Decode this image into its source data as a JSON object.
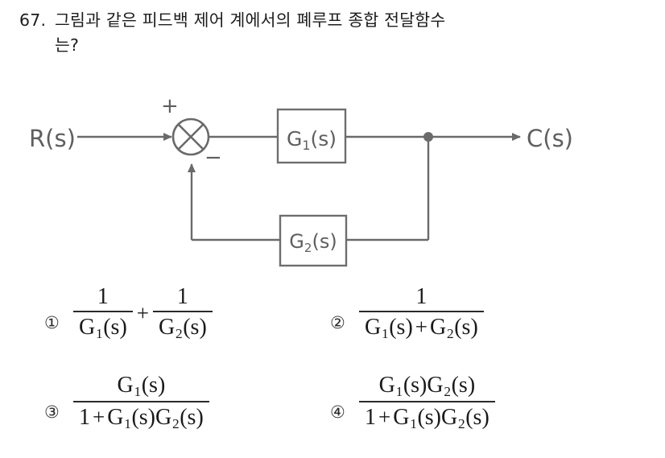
{
  "question": {
    "number": "67.",
    "line1": "그림과 같은 피드백 제어 계에서의 폐루프 종합 전달함수",
    "line2": "는?"
  },
  "diagram": {
    "type": "feedback-control-block-diagram",
    "input_label": "R(s)",
    "output_label": "C(s)",
    "summing_junction": {
      "plus_sign": "+",
      "minus_sign": "−"
    },
    "forward_block": {
      "label": "G",
      "subscript": "1",
      "arg": "(s)"
    },
    "feedback_block": {
      "label": "G",
      "subscript": "2",
      "arg": "(s)"
    },
    "line_color": "#6a6a6a",
    "block_border_color": "#6e6e6e",
    "block_fill": "#ffffff"
  },
  "options": [
    {
      "marker": "①",
      "terms": [
        {
          "kind": "fraction",
          "num": "1",
          "den_G": "G",
          "den_sub": "1",
          "den_arg": "(s)"
        },
        {
          "kind": "operator",
          "text": "+"
        },
        {
          "kind": "fraction",
          "num": "1",
          "den_G": "G",
          "den_sub": "2",
          "den_arg": "(s)"
        }
      ],
      "plain": "1/G1(s) + 1/G2(s)"
    },
    {
      "marker": "②",
      "terms": [
        {
          "kind": "fraction-wide",
          "num": "1",
          "den_parts": [
            {
              "G": "G",
              "sub": "1",
              "arg": "(s)"
            },
            {
              "op": "+"
            },
            {
              "G": "G",
              "sub": "2",
              "arg": "(s)"
            }
          ]
        }
      ],
      "plain": "1/(G1(s) + G2(s))"
    },
    {
      "marker": "③",
      "terms": [
        {
          "kind": "fraction-wide",
          "num_parts": [
            {
              "G": "G",
              "sub": "1",
              "arg": "(s)"
            }
          ],
          "den_parts": [
            {
              "lit": "1"
            },
            {
              "op": "+"
            },
            {
              "G": "G",
              "sub": "1",
              "arg": "(s)"
            },
            {
              "G": "G",
              "sub": "2",
              "arg": "(s)"
            }
          ]
        }
      ],
      "plain": "G1(s) / (1 + G1(s)G2(s))"
    },
    {
      "marker": "④",
      "terms": [
        {
          "kind": "fraction-wide",
          "num_parts": [
            {
              "G": "G",
              "sub": "1",
              "arg": "(s)"
            },
            {
              "G": "G",
              "sub": "2",
              "arg": "(s)"
            }
          ],
          "den_parts": [
            {
              "lit": "1"
            },
            {
              "op": "+"
            },
            {
              "G": "G",
              "sub": "1",
              "arg": "(s)"
            },
            {
              "G": "G",
              "sub": "2",
              "arg": "(s)"
            }
          ]
        }
      ],
      "plain": "G1(s)G2(s) / (1 + G1(s)G2(s))"
    }
  ]
}
